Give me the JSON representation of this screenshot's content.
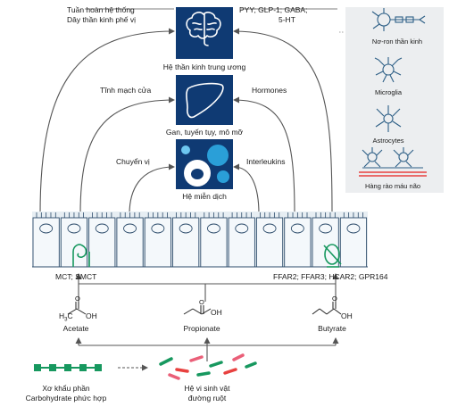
{
  "colors": {
    "organ_box": "#0f3a73",
    "neuron": "#2d5f86",
    "green": "#17985f",
    "red": "#e8413f",
    "pink": "#ea5f78",
    "arrow": "#555555",
    "panel": "#eceef0"
  },
  "organs": {
    "cns": {
      "label": "Hệ thần kinh trung ương",
      "icon": "brain-icon"
    },
    "liver": {
      "label": "Gan, tuyến tụy, mô mỡ",
      "icon": "liver-icon"
    },
    "immune": {
      "label": "Hệ miễn dịch",
      "icon": "immune-cells-icon"
    }
  },
  "left_routes": {
    "top_line1": "Tuần hoàn hệ thống",
    "top_line2": "Dây thần kinh phế vị",
    "middle": "Tĩnh mạch cửa",
    "bottom": "Chuyển vị"
  },
  "right_signals": {
    "top_line1": "PYY; GLP-1; GABA;",
    "top_line2": "5-HT",
    "middle": "Hormones",
    "bottom": "Interleukins"
  },
  "side_panel": {
    "neuron": "Nơ-ron thần kinh",
    "microglia": "Microglia",
    "astrocytes": "Astrocytes",
    "bbb": "Hàng rào máu não"
  },
  "receptors": {
    "left": "MCT; SMCT",
    "right": "FFAR2; FFAR3; HCAR2; GPR164"
  },
  "scfa": {
    "acetate": "Acetate",
    "propionate": "Propionate",
    "butyrate": "Butyrate",
    "acetate_formula_left": "H",
    "acetate_formula_sub": "3",
    "acetate_formula_c": "C",
    "oh": "OH",
    "o": "O"
  },
  "bottom": {
    "fiber_line1": "Xơ khẩu phần",
    "fiber_line2": "Carbohydrate phức hợp",
    "microbiota_line1": "Hệ vi sinh vật",
    "microbiota_line2": "đường ruột"
  }
}
